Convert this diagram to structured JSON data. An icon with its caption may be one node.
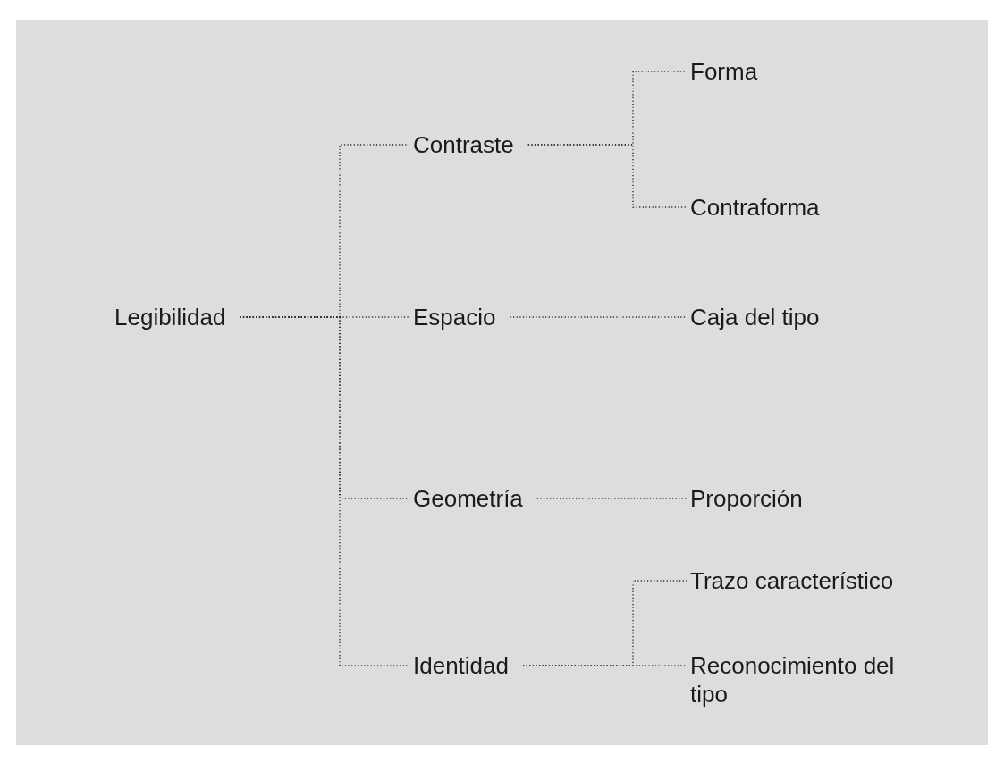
{
  "diagram": {
    "nodes": [
      {
        "text": [
          "Legibilidad"
        ]
      },
      {
        "text": [
          "Contraste"
        ]
      },
      {
        "text": [
          "Espacio"
        ]
      },
      {
        "text": [
          "Geometría"
        ]
      },
      {
        "text": [
          "Identidad"
        ]
      },
      {
        "text": [
          "Forma"
        ]
      },
      {
        "text": [
          "Contraforma"
        ]
      },
      {
        "text": [
          "Caja del tipo"
        ]
      },
      {
        "text": [
          "Proporción"
        ]
      },
      {
        "text": [
          "Trazo característico"
        ]
      },
      {
        "text": [
          "Reconocimiento del tipo"
        ]
      }
    ],
    "edges": [
      {
        "from": 0,
        "to": 1,
        "arrow": "none"
      },
      {
        "from": 0,
        "to": 2,
        "arrow": "none"
      },
      {
        "from": 0,
        "to": 3,
        "arrow": "none"
      },
      {
        "from": 0,
        "to": 4,
        "arrow": "none"
      },
      {
        "from": 1,
        "to": 5,
        "arrow": "none"
      },
      {
        "from": 1,
        "to": 6,
        "arrow": "none"
      },
      {
        "from": 2,
        "to": 7,
        "arrow": "none"
      },
      {
        "from": 3,
        "to": 8,
        "arrow": "none"
      },
      {
        "from": 4,
        "to": 9,
        "arrow": "none"
      },
      {
        "from": 4,
        "to": 10,
        "arrow": "none"
      }
    ]
  }
}
